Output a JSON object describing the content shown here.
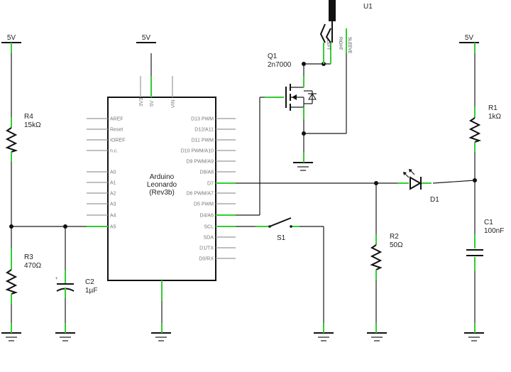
{
  "labels": {
    "vcc": "5V",
    "u1": "U1",
    "u1_left": "LEFT",
    "u1_right": "RIGHT",
    "u1_sleeve": "SLEEVE",
    "q1_ref": "Q1",
    "q1_val": "2n7000",
    "r4_ref": "R4",
    "r4_val": "15kΩ",
    "r3_ref": "R3",
    "r3_val": "470Ω",
    "c2_ref": "C2",
    "c2_val": "1µF",
    "r1_ref": "R1",
    "r1_val": "1kΩ",
    "c1_ref": "C1",
    "c1_val": "100nF",
    "r2_ref": "R2",
    "r2_val": "50Ω",
    "d1_ref": "D1",
    "s1_ref": "S1",
    "arduino_line1": "Arduino",
    "arduino_line2": "Leonardo",
    "arduino_line3": "(Rev3b)",
    "pin_3v3": "3V3",
    "pin_5v": "5V",
    "pin_vin": "VIN"
  },
  "left_pins": [
    "AREF",
    "Reset",
    "IOREF",
    "n.c.",
    "A0",
    "A1",
    "A2",
    "A3",
    "A4",
    "A5"
  ],
  "right_pins": [
    "D13 PWM",
    "D12/A11",
    "D11 PWM",
    "D10 PWM/A10",
    "D9 PWM/A9",
    "D8/A8",
    "D7",
    "D6 PWM/A7",
    "D5 PWM",
    "D4/A6",
    "SCL",
    "SDA",
    "D1/TX",
    "D0/RX"
  ],
  "colors": {
    "wire": "#1a1a1a",
    "pin_stub": "#33cc33",
    "unconnected_pin": "#999999",
    "pin_text": "#777777"
  }
}
